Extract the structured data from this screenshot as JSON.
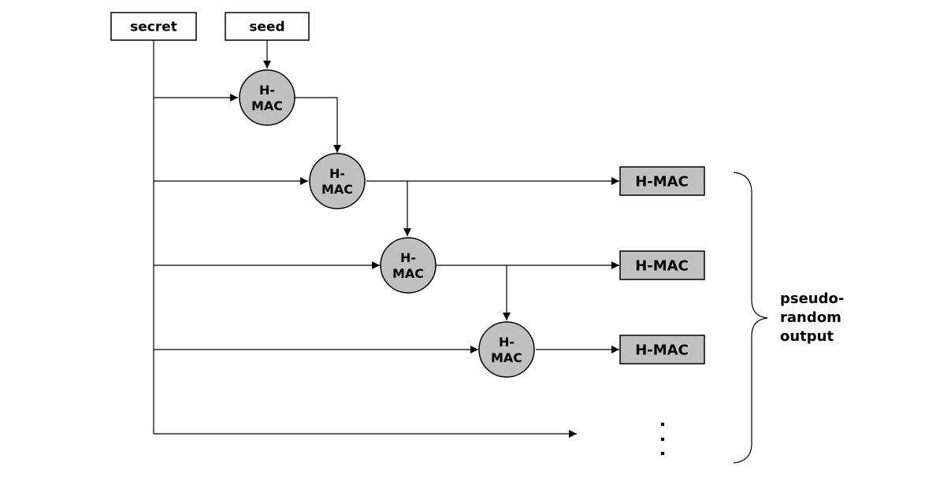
{
  "inputs": {
    "secret": "secret",
    "seed": "seed"
  },
  "nodes": [
    {
      "line1": "H-",
      "line2": "MAC"
    },
    {
      "line1": "H-",
      "line2": "MAC"
    },
    {
      "line1": "H-",
      "line2": "MAC"
    },
    {
      "line1": "H-",
      "line2": "MAC"
    }
  ],
  "outputs": [
    "H-MAC",
    "H-MAC",
    "H-MAC"
  ],
  "brace_label": [
    "pseudo-",
    "random",
    "output"
  ],
  "colors": {
    "node_fill": "#c0c0c0",
    "output_fill": "#c0c0c0",
    "input_fill": "#ffffff",
    "stroke": "#000000"
  }
}
